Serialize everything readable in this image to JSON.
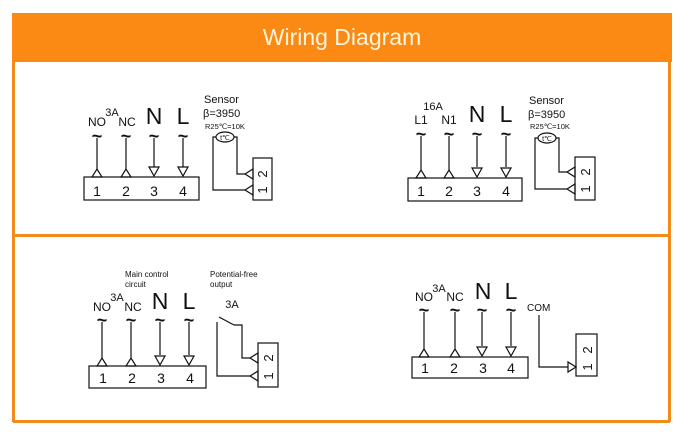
{
  "header": {
    "title": "Wiring Diagram",
    "bg_color": "#fb8a14",
    "text_color": "#fff4dc"
  },
  "frame_color": "#f28a1c",
  "panels": [
    {
      "id": "panel-1",
      "terminals": [
        "1",
        "2",
        "3",
        "4"
      ],
      "terminal_labels": [
        "NO",
        "NC",
        "N",
        "L"
      ],
      "rating": "3A",
      "wave": "~",
      "sensor": {
        "title": "Sensor",
        "beta": "β=3950",
        "resistance": "R25℃=10K",
        "symbol": "t℃"
      },
      "connector": [
        "1",
        "2"
      ]
    },
    {
      "id": "panel-2",
      "terminals": [
        "1",
        "2",
        "3",
        "4"
      ],
      "terminal_labels": [
        "L1",
        "N1",
        "N",
        "L"
      ],
      "rating": "16A",
      "wave": "~",
      "sensor": {
        "title": "Sensor",
        "beta": "β=3950",
        "resistance": "R25℃=10K",
        "symbol": "t℃"
      },
      "connector": [
        "1",
        "2"
      ]
    },
    {
      "id": "panel-3",
      "terminals": [
        "1",
        "2",
        "3",
        "4"
      ],
      "terminal_labels": [
        "NO",
        "NC",
        "N",
        "L"
      ],
      "rating": "3A",
      "wave": "~",
      "main_control": [
        "Main control",
        "circuit"
      ],
      "potential_free": [
        "Potential-free",
        "output"
      ],
      "switch_rating": "3A",
      "connector": [
        "1",
        "2"
      ]
    },
    {
      "id": "panel-4",
      "terminals": [
        "1",
        "2",
        "3",
        "4"
      ],
      "terminal_labels": [
        "NO",
        "NC",
        "N",
        "L"
      ],
      "rating": "3A",
      "wave": "~",
      "com_label": "COM",
      "connector": [
        "1",
        "2"
      ]
    }
  ]
}
